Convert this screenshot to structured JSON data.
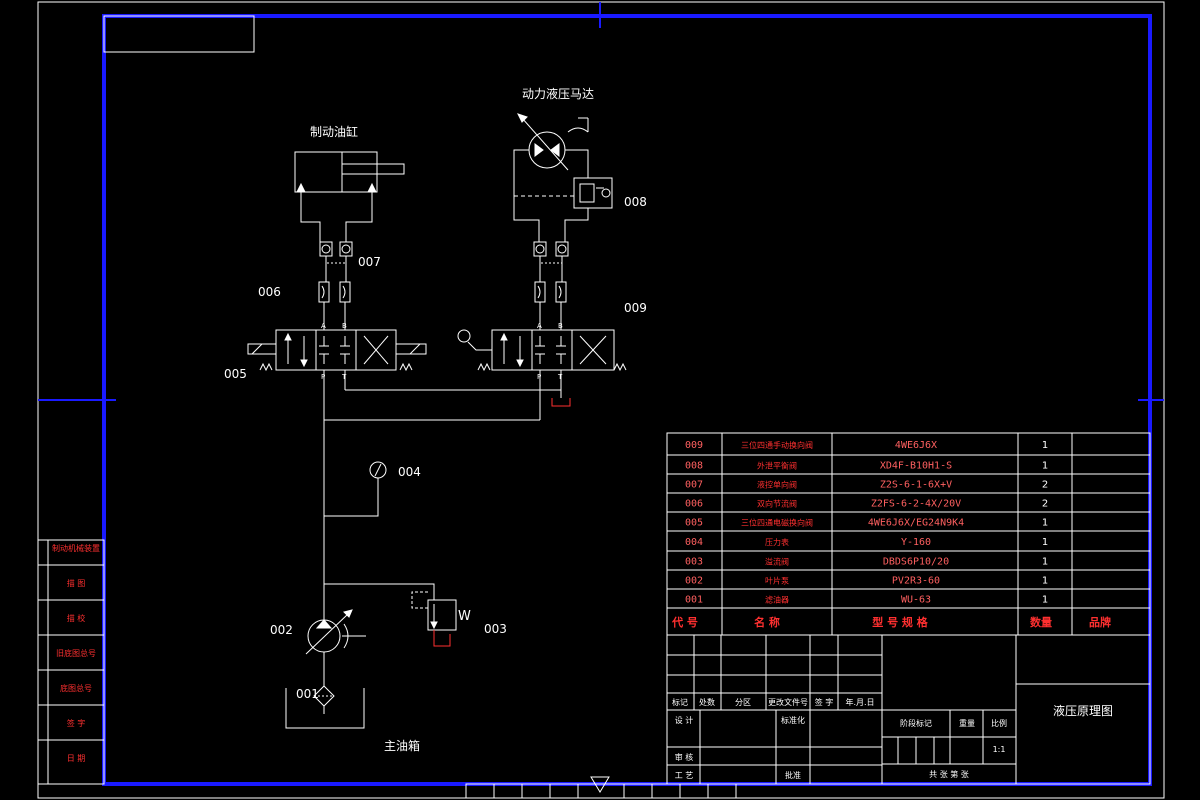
{
  "colors": {
    "background": "#000000",
    "frame": "#1a1aff",
    "line": "#ffffff",
    "text_red": "#ff3030"
  },
  "labels": {
    "brake_cylinder": "制动油缸",
    "hydraulic_motor": "动力液压马达",
    "main_tank": "主油箱",
    "c001": "001",
    "c002": "002",
    "c003": "003",
    "c004": "004",
    "c005": "005",
    "c006": "006",
    "c007": "007",
    "c008": "008",
    "c009": "009",
    "port_a": "A",
    "port_b": "B",
    "port_p": "P",
    "port_t": "T",
    "spring_w": "W"
  },
  "side_block": [
    "制动机械装置",
    "描 图",
    "描 校",
    "旧底图总号",
    "底图总号",
    "签 字",
    "日 期"
  ],
  "parts": [
    {
      "code": "009",
      "name": "三位四通手动换向阀",
      "model": "4WE6J6X",
      "qty": "1"
    },
    {
      "code": "008",
      "name": "外泄平衡阀",
      "model": "XD4F-B10H1-S",
      "qty": "1"
    },
    {
      "code": "007",
      "name": "液控单向阀",
      "model": "Z2S-6-1-6X+V",
      "qty": "2"
    },
    {
      "code": "006",
      "name": "双向节流阀",
      "model": "Z2FS-6-2-4X/20V",
      "qty": "2"
    },
    {
      "code": "005",
      "name": "三位四通电磁换向阀",
      "model": "4WE6J6X/EG24N9K4",
      "qty": "1"
    },
    {
      "code": "004",
      "name": "压力表",
      "model": "Y-160",
      "qty": "1"
    },
    {
      "code": "003",
      "name": "溢流阀",
      "model": "DBDS6P10/20",
      "qty": "1"
    },
    {
      "code": "002",
      "name": "叶片泵",
      "model": "PV2R3-60",
      "qty": "1"
    },
    {
      "code": "001",
      "name": "滤油器",
      "model": "WU-63",
      "qty": "1"
    }
  ],
  "parts_header": {
    "code": "代 号",
    "name": "名 称",
    "model": "型 号 规 格",
    "qty": "数量",
    "brand": "品牌"
  },
  "title_block": {
    "mark": "标记",
    "count": "处数",
    "zone": "分区",
    "doc": "更改文件号",
    "sign": "签 字",
    "date": "年.月.日",
    "design": "设 计",
    "std": "标准化",
    "review": "审 核",
    "process": "工 艺",
    "approve": "批准",
    "stage": "阶段标记",
    "weight": "重量",
    "scale_label": "比例",
    "scale": "1:1",
    "sheets": "共    张    第    张",
    "drawing_title": "液压原理图"
  }
}
